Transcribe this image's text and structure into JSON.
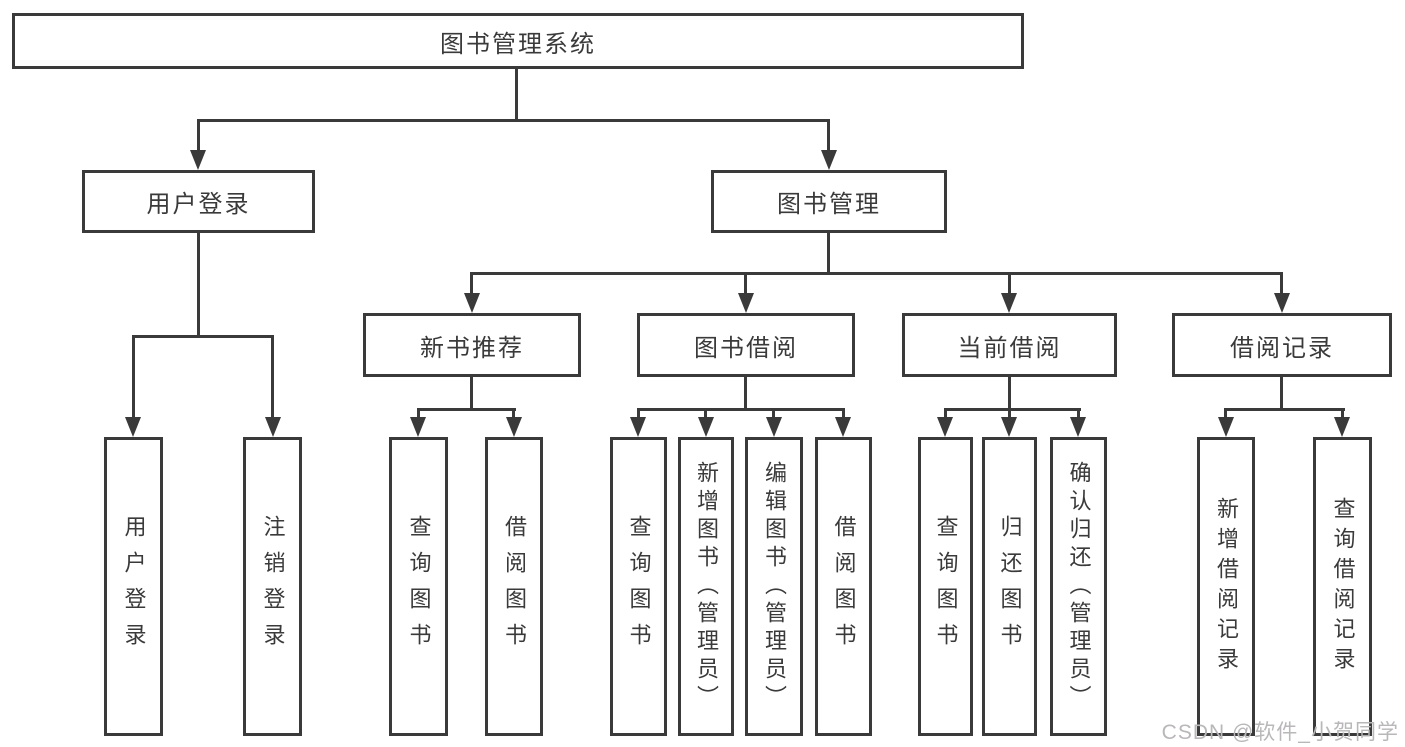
{
  "diagram": {
    "type": "tree",
    "root": {
      "label": "图书管理系统"
    },
    "branches": [
      {
        "label": "用户登录",
        "children": [
          {
            "label": "用户登录"
          },
          {
            "label": "注销登录"
          }
        ]
      },
      {
        "label": "图书管理",
        "children": [
          {
            "label": "新书推荐",
            "children": [
              {
                "label": "查询图书"
              },
              {
                "label": "借阅图书"
              }
            ]
          },
          {
            "label": "图书借阅",
            "children": [
              {
                "label": "查询图书"
              },
              {
                "label": "新增图书（管理员）"
              },
              {
                "label": "编辑图书（管理员）"
              },
              {
                "label": "借阅图书"
              }
            ]
          },
          {
            "label": "当前借阅",
            "children": [
              {
                "label": "查询图书"
              },
              {
                "label": "归还图书"
              },
              {
                "label": "确认归还（管理员）"
              }
            ]
          },
          {
            "label": "借阅记录",
            "children": [
              {
                "label": "新增借阅记录"
              },
              {
                "label": "查询借阅记录"
              }
            ]
          }
        ]
      }
    ],
    "line_color": "#3a3a3a",
    "box_background": "#ffffff"
  },
  "watermark": {
    "text": "CSDN @软件_小贺同学"
  }
}
